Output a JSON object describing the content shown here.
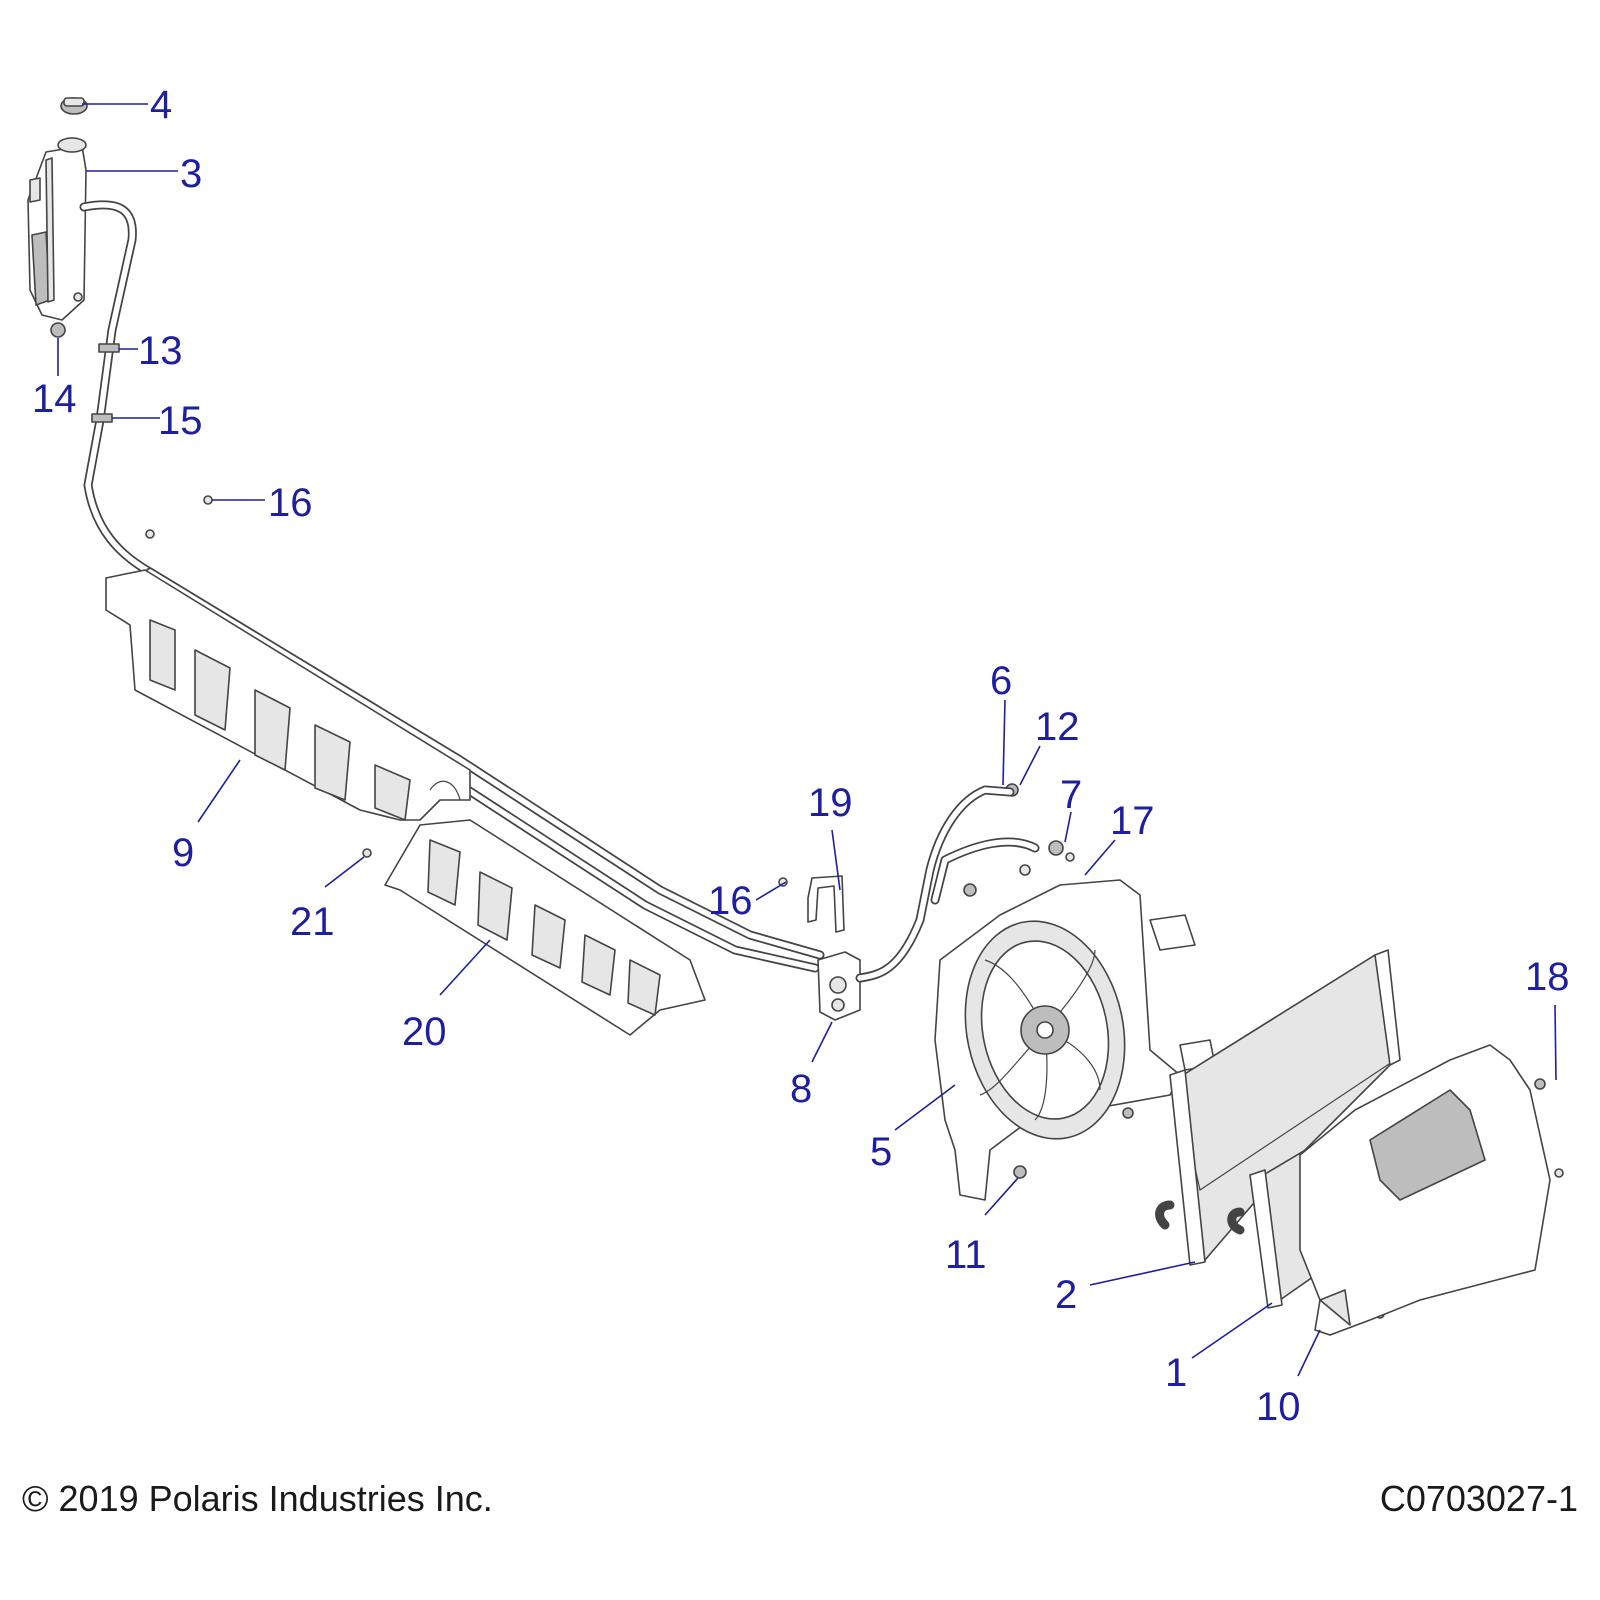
{
  "footer": {
    "copyright": "© 2019 Polaris Industries Inc.",
    "drawing_number": "C0703027-1"
  },
  "callouts": [
    {
      "id": "c1",
      "label": "1"
    },
    {
      "id": "c2",
      "label": "2"
    },
    {
      "id": "c3",
      "label": "3"
    },
    {
      "id": "c4",
      "label": "4"
    },
    {
      "id": "c5",
      "label": "5"
    },
    {
      "id": "c6",
      "label": "6"
    },
    {
      "id": "c7",
      "label": "7"
    },
    {
      "id": "c8",
      "label": "8"
    },
    {
      "id": "c9",
      "label": "9"
    },
    {
      "id": "c10",
      "label": "10"
    },
    {
      "id": "c11",
      "label": "11"
    },
    {
      "id": "c12",
      "label": "12"
    },
    {
      "id": "c13",
      "label": "13"
    },
    {
      "id": "c14",
      "label": "14"
    },
    {
      "id": "c15",
      "label": "15"
    },
    {
      "id": "c16a",
      "label": "16"
    },
    {
      "id": "c16b",
      "label": "16"
    },
    {
      "id": "c17",
      "label": "17"
    },
    {
      "id": "c18",
      "label": "18"
    },
    {
      "id": "c19",
      "label": "19"
    },
    {
      "id": "c20",
      "label": "20"
    },
    {
      "id": "c21",
      "label": "21"
    }
  ],
  "colors": {
    "callout": "#1e1ea0",
    "linework": "#444444"
  }
}
